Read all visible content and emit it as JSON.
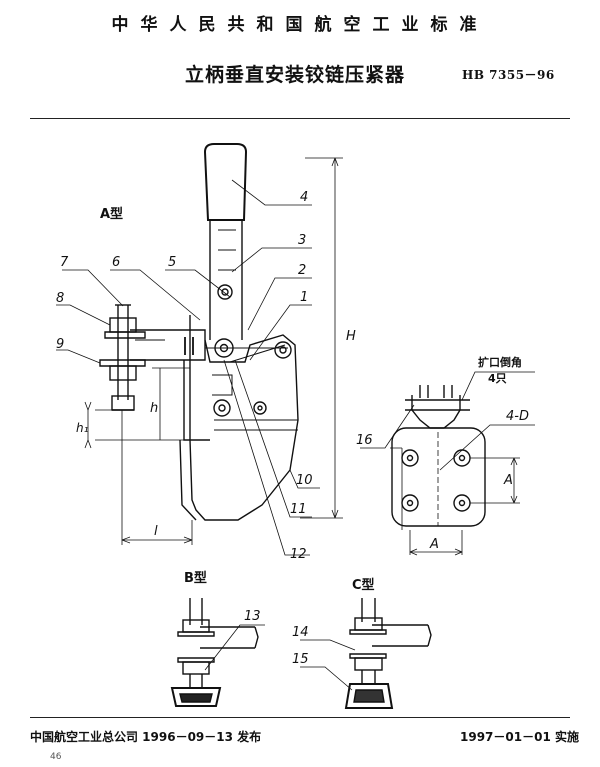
{
  "header": {
    "standard_org": "中华人民共和国航空工业标准",
    "title": "立柄垂直安装铰链压紧器",
    "code": "HB 7355－96"
  },
  "drawing": {
    "view_a_label": "A型",
    "view_b_label": "B型",
    "view_c_label": "C型",
    "part_numbers": [
      "1",
      "2",
      "3",
      "4",
      "5",
      "6",
      "7",
      "8",
      "9",
      "10",
      "11",
      "12",
      "13",
      "14",
      "15",
      "16"
    ],
    "dimensions": {
      "H": "H",
      "h": "h",
      "h1": "h₁",
      "l": "l",
      "A_horizontal": "A",
      "A_vertical": "A",
      "hole_label": "4-D"
    },
    "hole_note_line1": "扩口倒角",
    "hole_note_line2": "4只"
  },
  "footer": {
    "publisher": "中国航空工业总公司 1996－09－13 发布",
    "implementation": "1997－01－01 实施",
    "page_number": "46"
  }
}
